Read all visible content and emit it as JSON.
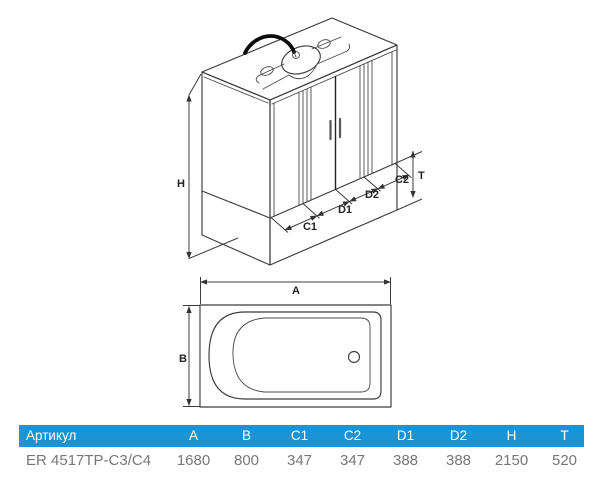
{
  "drawing": {
    "cabinet_dimension_labels": {
      "H": "H",
      "C1": "C1",
      "D1": "D1",
      "D2": "D2",
      "C2": "C2",
      "T": "T"
    },
    "tub_dimension_labels": {
      "A": "A",
      "B": "B"
    }
  },
  "table": {
    "columns": [
      "Артикул",
      "A",
      "B",
      "C1",
      "C2",
      "D1",
      "D2",
      "H",
      "T"
    ],
    "rows": [
      [
        "ER 4517TP-C3/C4",
        "1680",
        "800",
        "347",
        "347",
        "388",
        "388",
        "2150",
        "520"
      ]
    ],
    "colors": {
      "header_bg": "#1a94d5",
      "header_text": "#ffffff",
      "value_text": "#777777",
      "line_color": "#3c3c3c"
    }
  }
}
